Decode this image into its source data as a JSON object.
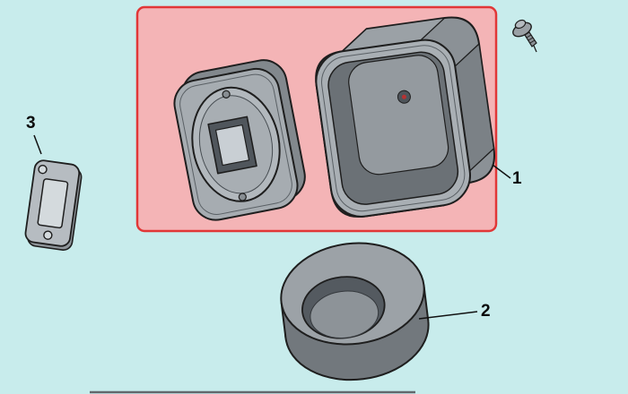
{
  "page": {
    "background_color": "#c8ecec"
  },
  "highlight_box": {
    "fill": "#f4b4b6",
    "border": "#e13737"
  },
  "callouts": {
    "part1": "1",
    "part2": "2",
    "part3": "3"
  },
  "part_colors": {
    "outline": "#1e1e1e",
    "face_light": "#aab0b5",
    "face_mid": "#8f959a",
    "face_dark": "#6f757b",
    "interior": "#545a60",
    "hole_marker_red": "#b73232"
  }
}
